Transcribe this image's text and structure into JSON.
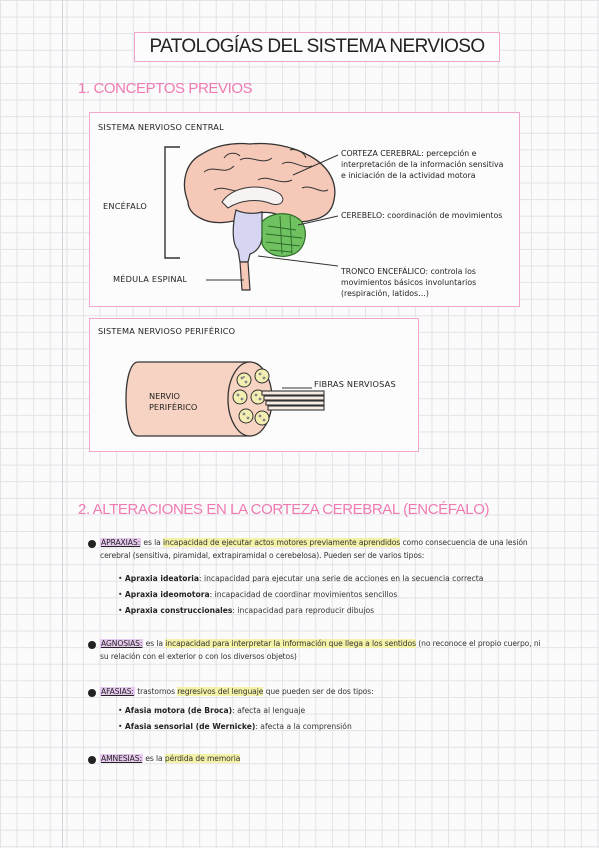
{
  "title": "PATOLOGÍAS DEL SISTEMA NERVIOSO",
  "section1": "1. CONCEPTOS PREVIOS",
  "snc": {
    "heading": "SISTEMA NERVIOSO CENTRAL",
    "encefalo": "ENCÉFALO",
    "medula": "MÉDULA ESPINAL",
    "corteza": [
      "CORTEZA CEREBRAL: percepción e",
      "interpretación de la información sensitiva",
      "e iniciación de la actividad motora"
    ],
    "cerebelo": "CEREBELO: coordinación de movimientos",
    "tronco": [
      "TRONCO ENCEFÁLICO: controla los",
      "movimientos básicos involuntarios",
      "(respiración, latidos…)"
    ]
  },
  "snp": {
    "heading": "SISTEMA NERVIOSO PERIFÉRICO",
    "nervio": [
      "NERVIO",
      "PERIFÉRICO"
    ],
    "fibras": "FIBRAS NERVIOSAS"
  },
  "section2": "2. ALTERACIONES EN LA CORTEZA CEREBRAL (ENCÉFALO)",
  "apraxias": {
    "term": "APRAXIAS:",
    "t1": " es la ",
    "hl": "incapacidad de ejecutar actos motores previamente aprendidos",
    "t2": " como consecuencia de una lesión cerebral (sensitiva, piramidal, extrapiramidal o cerebelosa). Pueden ser de varios tipos:",
    "subs": [
      {
        "b": "Apraxia ideatoria",
        "t": ": incapacidad para ejecutar una serie de acciones en la secuencia correcta"
      },
      {
        "b": "Apraxia ideomotora",
        "t": ": incapacidad de coordinar movimientos sencillos"
      },
      {
        "b": "Apraxia construccionales",
        "t": ": incapacidad para reproducir dibujos"
      }
    ]
  },
  "agnosias": {
    "term": "AGNOSIAS:",
    "t1": " es la ",
    "hl": "incapacidad para interpretar la información que llega a los sentidos",
    "t2": " (no reconoce el propio cuerpo, ni su relación con el exterior o con los diversos objetos)"
  },
  "afasias": {
    "term": "AFASIAS:",
    "t1": " trastornos ",
    "hl": "regresivos del lenguaje",
    "t2": " que pueden ser de dos tipos:",
    "subs": [
      {
        "b": "Afasia motora (de Broca)",
        "t": ": afecta al lenguaje"
      },
      {
        "b": "Afasia sensorial (de Wernicke)",
        "t": ": afecta a la comprensión"
      }
    ]
  },
  "amnesias": {
    "term": "AMNESIAS:",
    "t1": " es la ",
    "hl": "pérdida de memoria"
  }
}
